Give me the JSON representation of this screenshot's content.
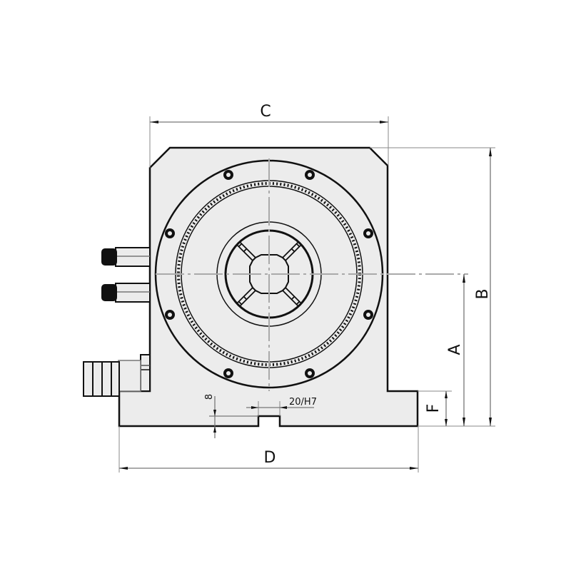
{
  "drawing": {
    "title": "Rotary indexing unit – front view dimension drawing",
    "dimensions": {
      "C": "C",
      "B": "B",
      "A": "A",
      "F": "F",
      "D": "D",
      "slot": "20/H7",
      "slot_depth": "8"
    },
    "colors": {
      "body_fill": "#ececec",
      "outline": "#111111",
      "dimension_line": "#777777",
      "center_line": "#aaaaaa"
    },
    "features": {
      "bolt_holes": 8,
      "pneumatic_fittings": 2,
      "hose_connector": 1,
      "center_cross": 1
    }
  }
}
